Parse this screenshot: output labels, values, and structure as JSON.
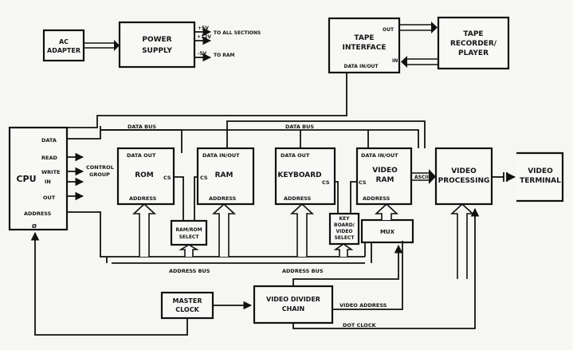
{
  "blocks": {
    "ac_adapter": [
      "AC",
      "ADAPTER"
    ],
    "power_supply": [
      "POWER",
      "SUPPLY"
    ],
    "tape_interface": [
      "TAPE",
      "INTERFACE"
    ],
    "tape_recorder": [
      "TAPE",
      "RECORDER/",
      "PLAYER"
    ],
    "cpu": "CPU",
    "rom": "ROM",
    "ram": "RAM",
    "keyboard": "KEYBOARD",
    "video_ram": [
      "VIDEO",
      "RAM"
    ],
    "video_processing": [
      "VIDEO",
      "PROCESSING"
    ],
    "video_terminal": [
      "VIDEO",
      "TERMINAL"
    ],
    "ram_rom_select": [
      "RAM/ROM",
      "SELECT"
    ],
    "kbd_video_select": [
      "KEY",
      "BOARD/",
      "VIDEO",
      "SELECT"
    ],
    "mux": "MUX",
    "master_clock": [
      "MASTER",
      "CLOCK"
    ],
    "video_divider": [
      "VIDEO DIVIDER",
      "CHAIN"
    ]
  },
  "power": {
    "plus5": "+5V",
    "plus12": "+12V",
    "minus5": "-5V",
    "to_all": "TO ALL SECTIONS",
    "to_ram": "TO RAM"
  },
  "tape_ports": {
    "out": "OUT",
    "in": "IN",
    "data_in_out": "DATA IN/OUT"
  },
  "cpu_ports": {
    "data": "DATA",
    "read": "READ",
    "write": "WRITE",
    "in": "IN",
    "out": "OUT",
    "address": "ADDRESS",
    "phi": "Ø",
    "control_group": [
      "CONTROL",
      "GROUP"
    ]
  },
  "ports": {
    "data_out": "DATA OUT",
    "data_in_out": "DATA IN/OUT",
    "address": "ADDRESS",
    "cs": "CS"
  },
  "buses": {
    "data_bus": "DATA BUS",
    "address_bus": "ADDRESS BUS",
    "ascii": "ASCII",
    "video_address": "VIDEO ADDRESS",
    "dot_clock": "DOT CLOCK"
  }
}
